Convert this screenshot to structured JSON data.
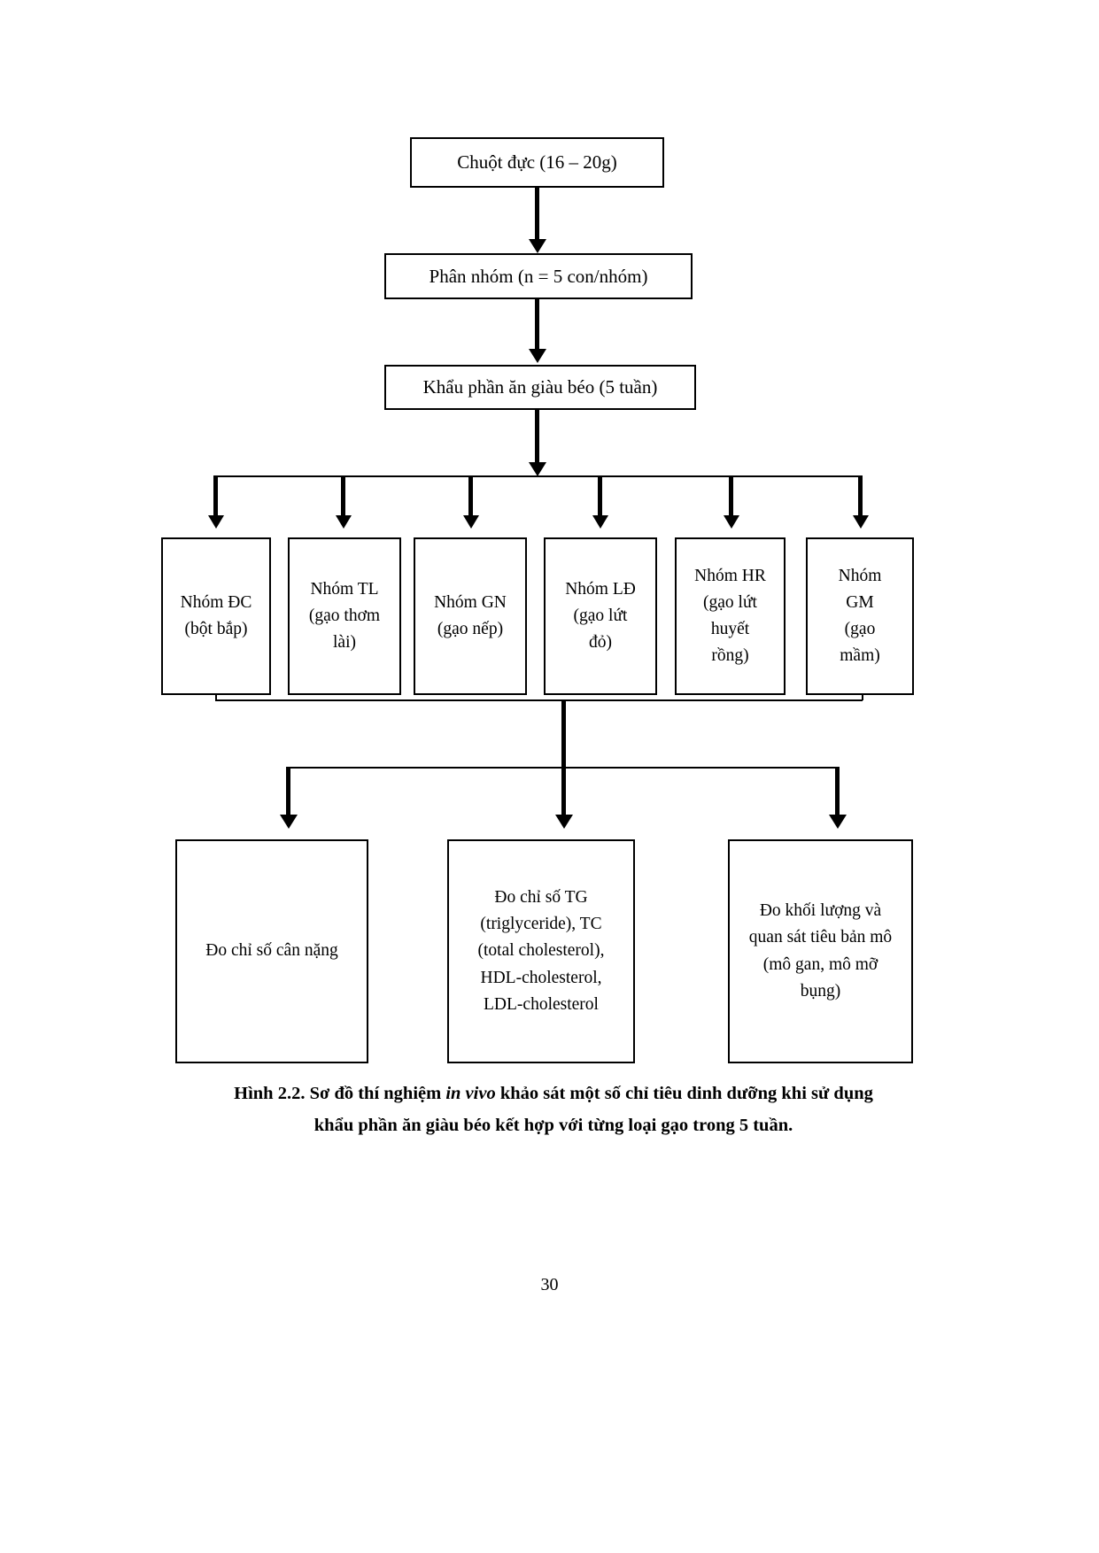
{
  "figure": {
    "top_nodes": [
      {
        "id": "mice",
        "lines": [
          "Chuột đực (16 – 20g)"
        ]
      },
      {
        "id": "group",
        "lines": [
          "Phân nhóm (n = 5 con/nhóm)"
        ]
      },
      {
        "id": "diet",
        "lines": [
          "Khẩu phần ăn giàu béo (5 tuần)"
        ]
      }
    ],
    "groups": [
      {
        "id": "dc",
        "lines": [
          "Nhóm ĐC",
          "(bột bắp)"
        ]
      },
      {
        "id": "tl",
        "lines": [
          "Nhóm TL",
          "(gạo thơm",
          "lài)"
        ]
      },
      {
        "id": "gn",
        "lines": [
          "Nhóm GN",
          "(gạo nếp)"
        ]
      },
      {
        "id": "ld",
        "lines": [
          "Nhóm LĐ",
          "(gạo lứt",
          "đỏ)"
        ]
      },
      {
        "id": "hr",
        "lines": [
          "Nhóm HR",
          "(gạo lứt",
          "huyết",
          "rồng)"
        ]
      },
      {
        "id": "gm",
        "lines": [
          "Nhóm",
          "GM",
          "(gạo",
          "mầm)"
        ]
      }
    ],
    "results": [
      {
        "id": "weight",
        "lines": [
          "Đo chỉ số cân nặng"
        ]
      },
      {
        "id": "lipid",
        "lines": [
          "Đo chỉ số TG",
          "(triglyceride), TC",
          "(total cholesterol),",
          "HDL-cholesterol,",
          "LDL-cholesterol"
        ]
      },
      {
        "id": "tissue",
        "lines": [
          "Đo khối lượng và",
          "quan sát tiêu bản mô",
          "(mô gan, mô mỡ",
          "bụng)"
        ]
      }
    ],
    "caption": {
      "prefix": "Hình 2.2. Sơ đồ thí nghiệm ",
      "italic": "in vivo",
      "suffix": " khảo sát một số chỉ tiêu dinh dưỡng khi sử dụng",
      "line2": "khẩu phần ăn giàu béo kết hợp với từng loại gạo trong 5 tuần."
    },
    "page_number": "30",
    "colors": {
      "ink": "#000000",
      "paper": "#ffffff"
    }
  }
}
